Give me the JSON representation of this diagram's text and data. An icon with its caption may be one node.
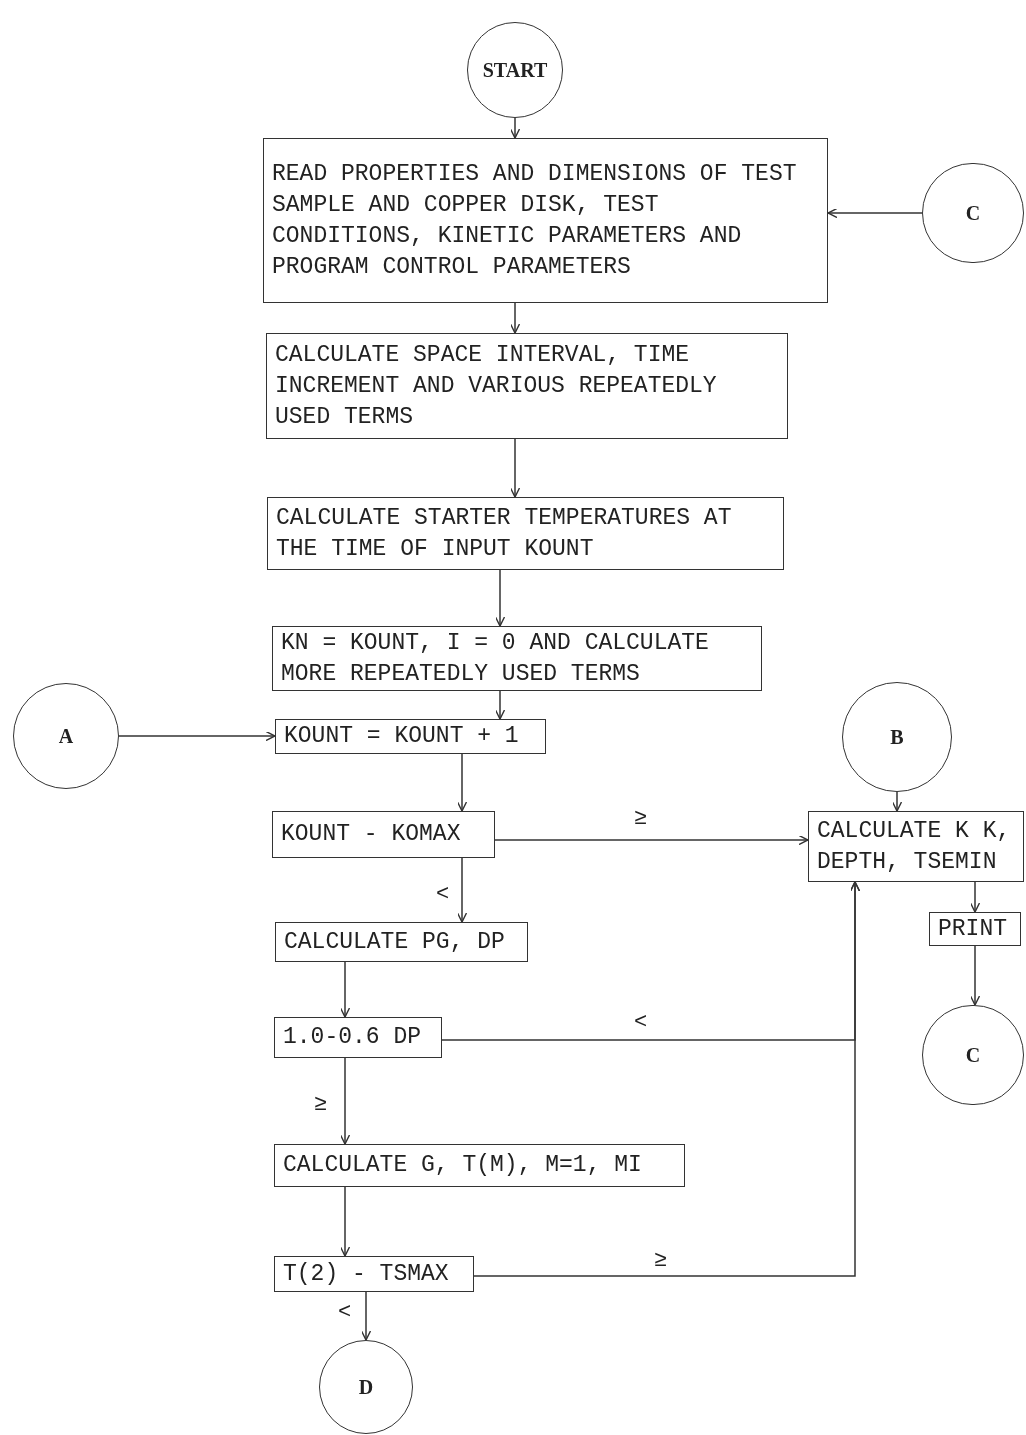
{
  "diagram": {
    "nodes": [
      {
        "text": [
          "START"
        ]
      },
      {
        "text": [
          "READ PROPERTIES AND DIMENSIONS OF TEST SAMPLE AND COPPER DISK, TEST CONDITIONS, KINETIC PARAMETERS AND PROGRAM CONTROL PARAMETERS"
        ]
      },
      {
        "text": [
          "C"
        ]
      },
      {
        "text": [
          "CALCULATE SPACE INTERVAL, TIME INCREMENT AND VARIOUS REPEATEDLY USED TERMS"
        ]
      },
      {
        "text": [
          "CALCULATE STARTER TEMPERATURES AT THE TIME OF INPUT KOUNT"
        ]
      },
      {
        "text": [
          "KN = KOUNT, I = 0 AND CALCULATE MORE REPEATEDLY USED TERMS"
        ]
      },
      {
        "text": [
          "A"
        ]
      },
      {
        "text": [
          "KOUNT = KOUNT + 1"
        ]
      },
      {
        "text": [
          "B"
        ]
      },
      {
        "text": [
          "KOUNT - KOMAX"
        ]
      },
      {
        "text": [
          "CALCULATE K K, DEPTH, TSEMIN"
        ]
      },
      {
        "text": [
          "PRINT"
        ]
      },
      {
        "text": [
          "CALCULATE PG, DP"
        ]
      },
      {
        "text": [
          "1.0-0.6 DP"
        ]
      },
      {
        "text": [
          "C"
        ]
      },
      {
        "text": [
          "CALCULATE G, T(M), M=1, MI"
        ]
      },
      {
        "text": [
          "T(2) - TSMAX"
        ]
      },
      {
        "text": [
          "D"
        ]
      }
    ],
    "edges": [
      {
        "from": 0,
        "to": 1,
        "arrow": "to"
      },
      {
        "from": 2,
        "to": 1,
        "arrow": "to"
      },
      {
        "from": 1,
        "to": 3,
        "arrow": "to"
      },
      {
        "from": 3,
        "to": 4,
        "arrow": "to"
      },
      {
        "from": 4,
        "to": 5,
        "arrow": "to"
      },
      {
        "from": 5,
        "to": 7,
        "arrow": "to"
      },
      {
        "from": 6,
        "to": 7,
        "arrow": "to"
      },
      {
        "from": 7,
        "to": 9,
        "arrow": "to"
      },
      {
        "from": 9,
        "to": 10,
        "arrow": "to",
        "label": "≥"
      },
      {
        "from": 8,
        "to": 10,
        "arrow": "to"
      },
      {
        "from": 10,
        "to": 11,
        "arrow": "to"
      },
      {
        "from": 11,
        "to": 14,
        "arrow": "to"
      },
      {
        "from": 9,
        "to": 12,
        "arrow": "to",
        "label": "<"
      },
      {
        "from": 12,
        "to": 13,
        "arrow": "to"
      },
      {
        "from": 13,
        "to": 10,
        "arrow": "to",
        "label": "<"
      },
      {
        "from": 13,
        "to": 15,
        "arrow": "to",
        "label": "≥"
      },
      {
        "from": 15,
        "to": 16,
        "arrow": "to"
      },
      {
        "from": 16,
        "to": 10,
        "arrow": "to",
        "label": "≥"
      },
      {
        "from": 16,
        "to": 17,
        "arrow": "to",
        "label": "<"
      }
    ]
  }
}
